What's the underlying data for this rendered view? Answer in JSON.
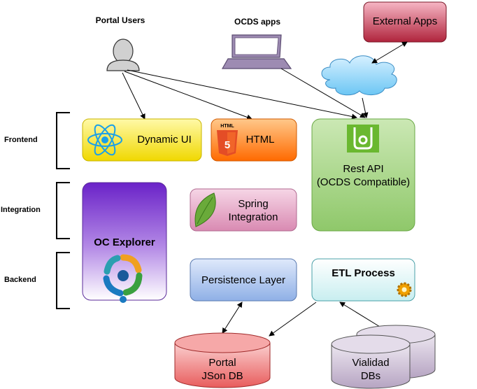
{
  "actors": {
    "portal_users": "Portal Users",
    "ocds_apps": "OCDS apps"
  },
  "external_apps": "External Apps",
  "layers": {
    "frontend": "Frontend",
    "integration": "Integration",
    "backend": "Backend"
  },
  "frontend": {
    "dynamic_ui": "Dynamic UI",
    "html": "HTML",
    "html_badge": "HTML"
  },
  "rest_api": {
    "line1": "Rest API",
    "line2": "(OCDS Compatible)"
  },
  "oc_explorer": "OC Explorer",
  "spring": {
    "line1": "Spring",
    "line2": "Integration"
  },
  "persistence": "Persistence Layer",
  "etl": "ETL Process",
  "portal_db": {
    "line1": "Portal",
    "line2": "JSon DB"
  },
  "vialidad_db": {
    "line1": "Vialidad",
    "line2": "DBs"
  },
  "colors": {
    "dynamic_ui": "#f2e000",
    "html": "#ff7a1a",
    "rest_api": "#9fd17f",
    "oc_explorer": "#7a3fd0",
    "spring": "#e6a8c7",
    "persistence": "#aac4ee",
    "etl": "#c8eef0",
    "portal_db": "#ee7070",
    "vialidad_db": "#c4b4cc",
    "external_apps": "#b0243c"
  }
}
